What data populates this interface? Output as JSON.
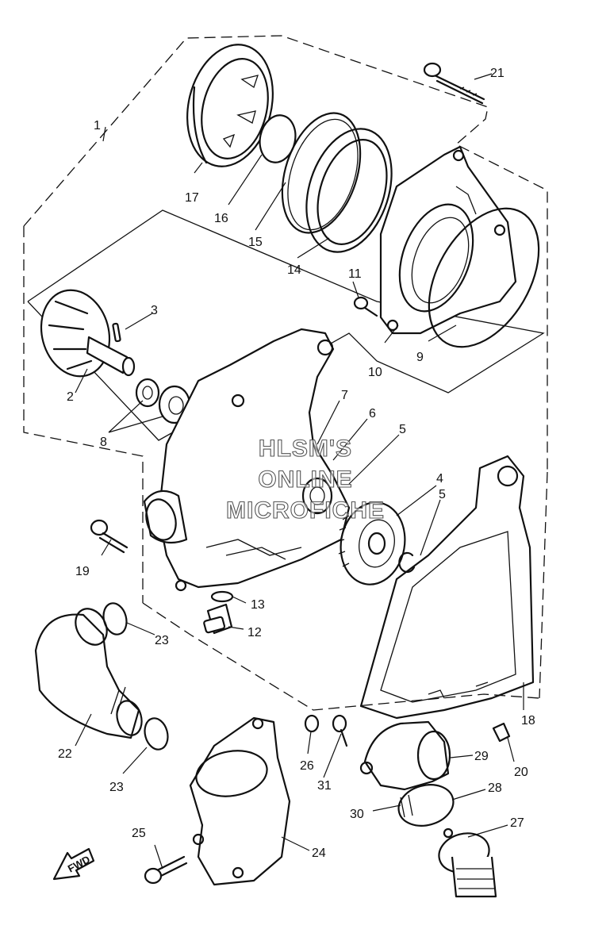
{
  "watermark": {
    "line1": "HLSM'S",
    "line2": "ONLINE",
    "line3": "MICROFICHE"
  },
  "direction_marker": "FWD",
  "callouts": [
    "1",
    "2",
    "3",
    "4",
    "5",
    "5",
    "6",
    "7",
    "8",
    "9",
    "10",
    "11",
    "12",
    "13",
    "14",
    "15",
    "16",
    "17",
    "18",
    "19",
    "20",
    "21",
    "22",
    "23",
    "23",
    "24",
    "25",
    "26",
    "27",
    "28",
    "29",
    "30",
    "31"
  ]
}
